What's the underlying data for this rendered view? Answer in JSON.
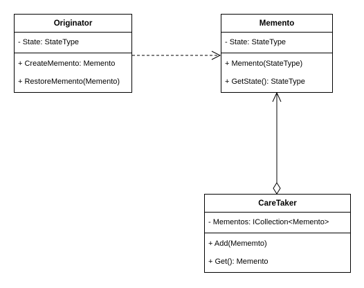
{
  "classes": {
    "originator": {
      "name": "Originator",
      "attributes": [
        "- State: StateType"
      ],
      "operations": [
        "+ CreateMemento: Memento",
        "+ RestoreMemento(Memento)"
      ]
    },
    "memento": {
      "name": "Memento",
      "attributes": [
        "- State: StateType"
      ],
      "operations": [
        "+ Memento(StateType)",
        "+ GetState(): StateType"
      ]
    },
    "caretaker": {
      "name": "CareTaker",
      "attributes": [
        "- Mementos: ICollection<Memento>"
      ],
      "operations": [
        "+ Add(Mememto)",
        "+ Get(): Memento"
      ]
    }
  },
  "relationships": [
    {
      "from": "Originator",
      "to": "Memento",
      "kind": "dependency",
      "line": "dashed",
      "arrowhead": "open"
    },
    {
      "from": "CareTaker",
      "to": "Memento",
      "kind": "aggregation",
      "line": "solid",
      "arrowhead": "open",
      "tail": "hollow-diamond"
    }
  ]
}
